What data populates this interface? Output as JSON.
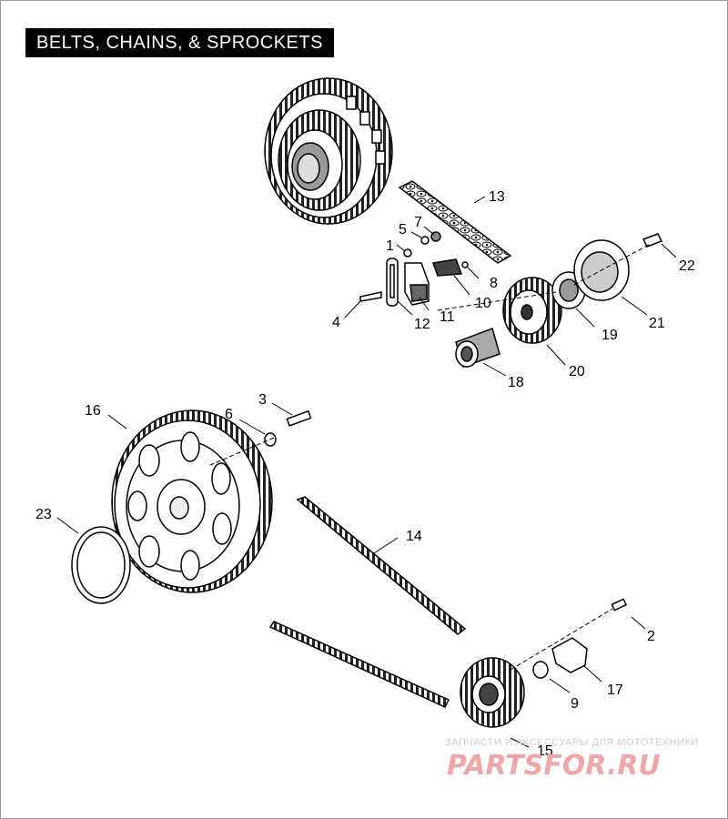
{
  "title": "BELTS, CHAINS, & SPROCKETS",
  "callouts": {
    "c1": "1",
    "c2": "2",
    "c3": "3",
    "c4": "4",
    "c5": "5",
    "c6": "6",
    "c7": "7",
    "c8": "8",
    "c9": "9",
    "c10": "10",
    "c11": "11",
    "c12": "12",
    "c13": "13",
    "c14": "14",
    "c15": "15",
    "c16": "16",
    "c17": "17",
    "c18": "18",
    "c19": "19",
    "c20": "20",
    "c21": "21",
    "c22": "22",
    "c23": "23"
  },
  "watermark": {
    "tagline": "ЗАПЧАСТИ И АКСЕССУАРЫ ДЛЯ МОТОТЕХНИКИ",
    "logo": "PARTSFOR.RU"
  },
  "colors": {
    "line": "#000000",
    "shade": "#777777",
    "watermark_text": "#cfcfcf",
    "watermark_logo": "#f0a6a6"
  }
}
